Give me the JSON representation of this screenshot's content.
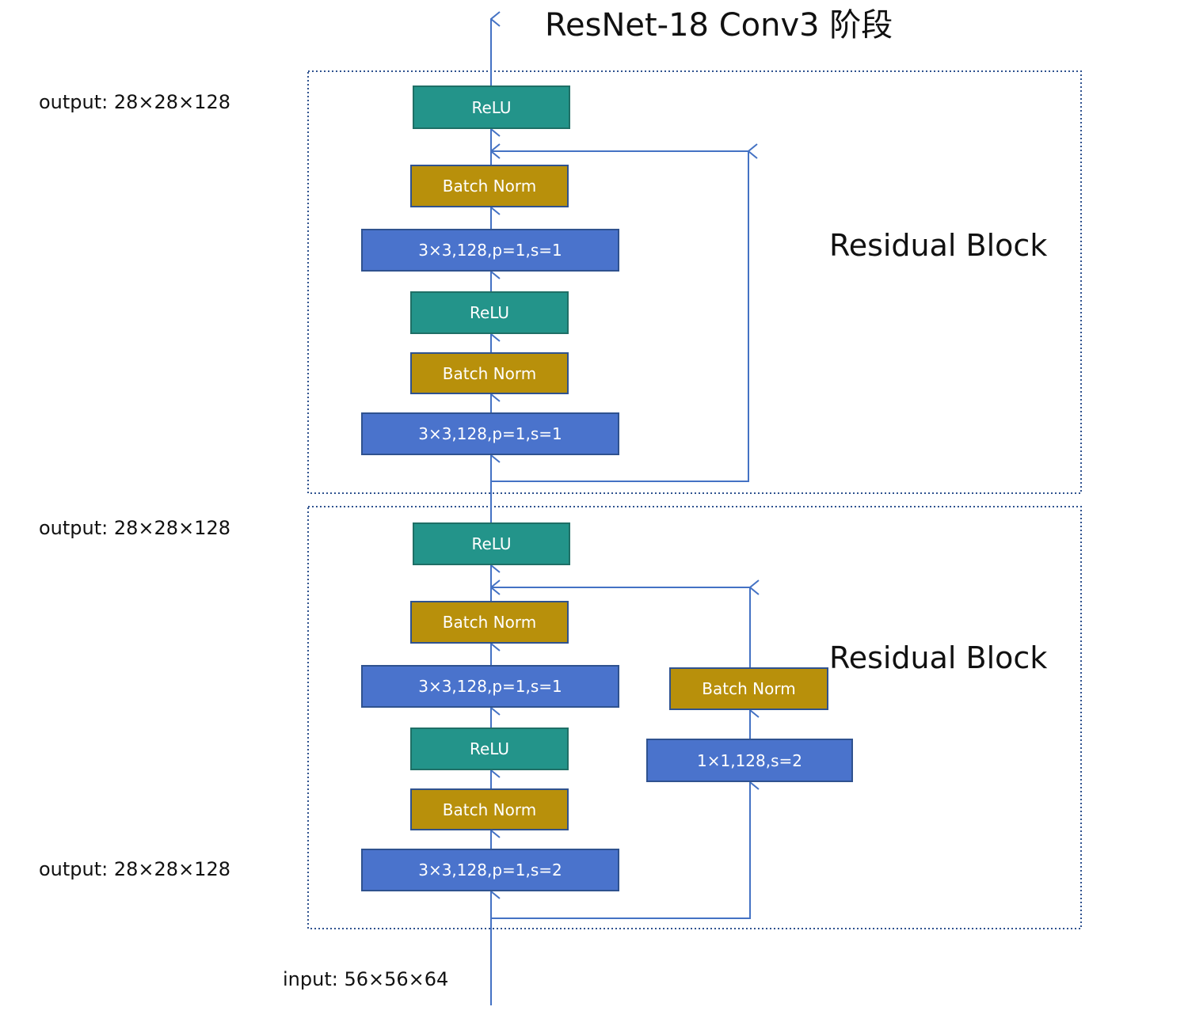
{
  "title": "ResNet-18 Conv3 阶段",
  "side_labels": {
    "output_top": "output: 28×28×128",
    "output_mid": "output: 28×28×128",
    "output_low": "output: 28×28×128",
    "input": "input: 56×56×64"
  },
  "blocks": {
    "top": {
      "label": "Residual Block",
      "layers": {
        "relu_out": "ReLU",
        "bn2": "Batch Norm",
        "conv2": "3×3,128,p=1,s=1",
        "relu1": "ReLU",
        "bn1": "Batch Norm",
        "conv1": "3×3,128,p=1,s=1"
      }
    },
    "bottom": {
      "label": "Residual Block",
      "layers": {
        "relu_out": "ReLU",
        "bn2": "Batch Norm",
        "conv2": "3×3,128,p=1,s=1",
        "relu1": "ReLU",
        "bn1": "Batch Norm",
        "conv1": "3×3,128,p=1,s=2",
        "shortcut_bn": "Batch Norm",
        "shortcut_conv": "1×1,128,s=2"
      }
    }
  },
  "colors": {
    "relu": "#23948a",
    "batch_norm": "#b8900b",
    "conv": "#4a73cc",
    "arrow": "#4472c4",
    "dotted_border": "#2f528f"
  }
}
